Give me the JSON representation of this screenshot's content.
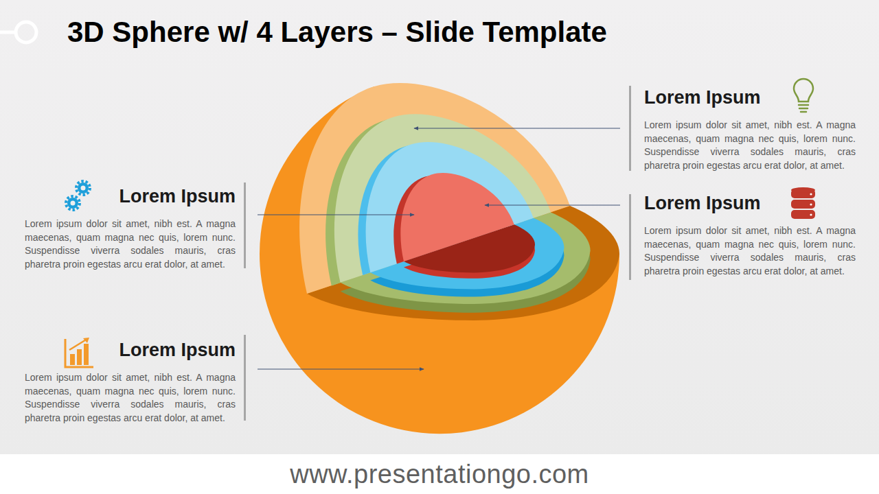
{
  "diagram": {
    "title": "3D Sphere w/ 4 Layers – Slide Template",
    "nodes": [
      {
        "text": [
          "Lorem Ipsum",
          "Lorem ipsum dolor sit amet, nibh est. A magna maecenas, quam magna nec quis, lorem nunc. Suspendisse viverra sodales mauris, cras pharetra proin egestas arcu erat dolor, at amet."
        ]
      },
      {
        "text": [
          "Lorem Ipsum",
          "Lorem ipsum dolor sit amet, nibh est. A magna maecenas, quam magna nec quis, lorem nunc. Suspendisse viverra sodales mauris, cras pharetra proin egestas arcu erat dolor, at amet."
        ]
      },
      {
        "text": [
          "Lorem Ipsum",
          "Lorem ipsum dolor sit amet, nibh est. A magna maecenas, quam magna nec quis, lorem nunc. Suspendisse viverra sodales mauris, cras pharetra proin egestas arcu erat dolor, at amet."
        ]
      },
      {
        "text": [
          "Lorem Ipsum",
          "Lorem ipsum dolor sit amet, nibh est. A magna maecenas, quam magna nec quis, lorem nunc. Suspendisse viverra sodales mauris, cras pharetra proin egestas arcu erat dolor, at amet."
        ]
      }
    ],
    "labels": [
      "www.presentationgo.com"
    ]
  }
}
